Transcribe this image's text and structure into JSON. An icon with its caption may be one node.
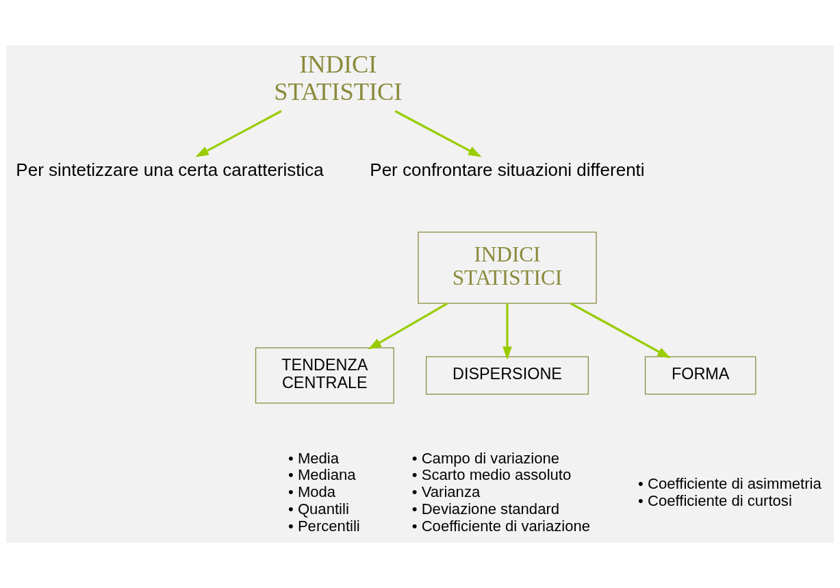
{
  "diagram": {
    "nodes": [
      {
        "text": [
          "INDICI STATISTICI"
        ]
      },
      {
        "text": [
          "Per sintetizzare una certa caratteristica"
        ]
      },
      {
        "text": [
          "Per confrontare situazioni differenti"
        ]
      },
      {
        "text": [
          "INDICI STATISTICI"
        ]
      },
      {
        "text": [
          "TENDENZA CENTRALE"
        ],
        "beside": [
          "• Media",
          "• Mediana",
          "• Moda",
          "• Quantili",
          "• Percentili"
        ]
      },
      {
        "text": [
          "DISPERSIONE"
        ],
        "beside": [
          "• Campo di variazione",
          "• Scarto medio assoluto",
          "• Varianza",
          "• Deviazione standard",
          "• Coefficiente di variazione"
        ]
      },
      {
        "text": [
          "FORMA"
        ],
        "beside": [
          "• Coefficiente di asimmetria",
          "• Coefficiente di curtosi"
        ]
      }
    ],
    "edges": [
      {
        "from": 0,
        "to": 1,
        "arrow": "to"
      },
      {
        "from": 0,
        "to": 2,
        "arrow": "to"
      },
      {
        "from": 3,
        "to": 4,
        "arrow": "to"
      },
      {
        "from": 3,
        "to": 5,
        "arrow": "to"
      },
      {
        "from": 3,
        "to": 6,
        "arrow": "to"
      }
    ]
  }
}
